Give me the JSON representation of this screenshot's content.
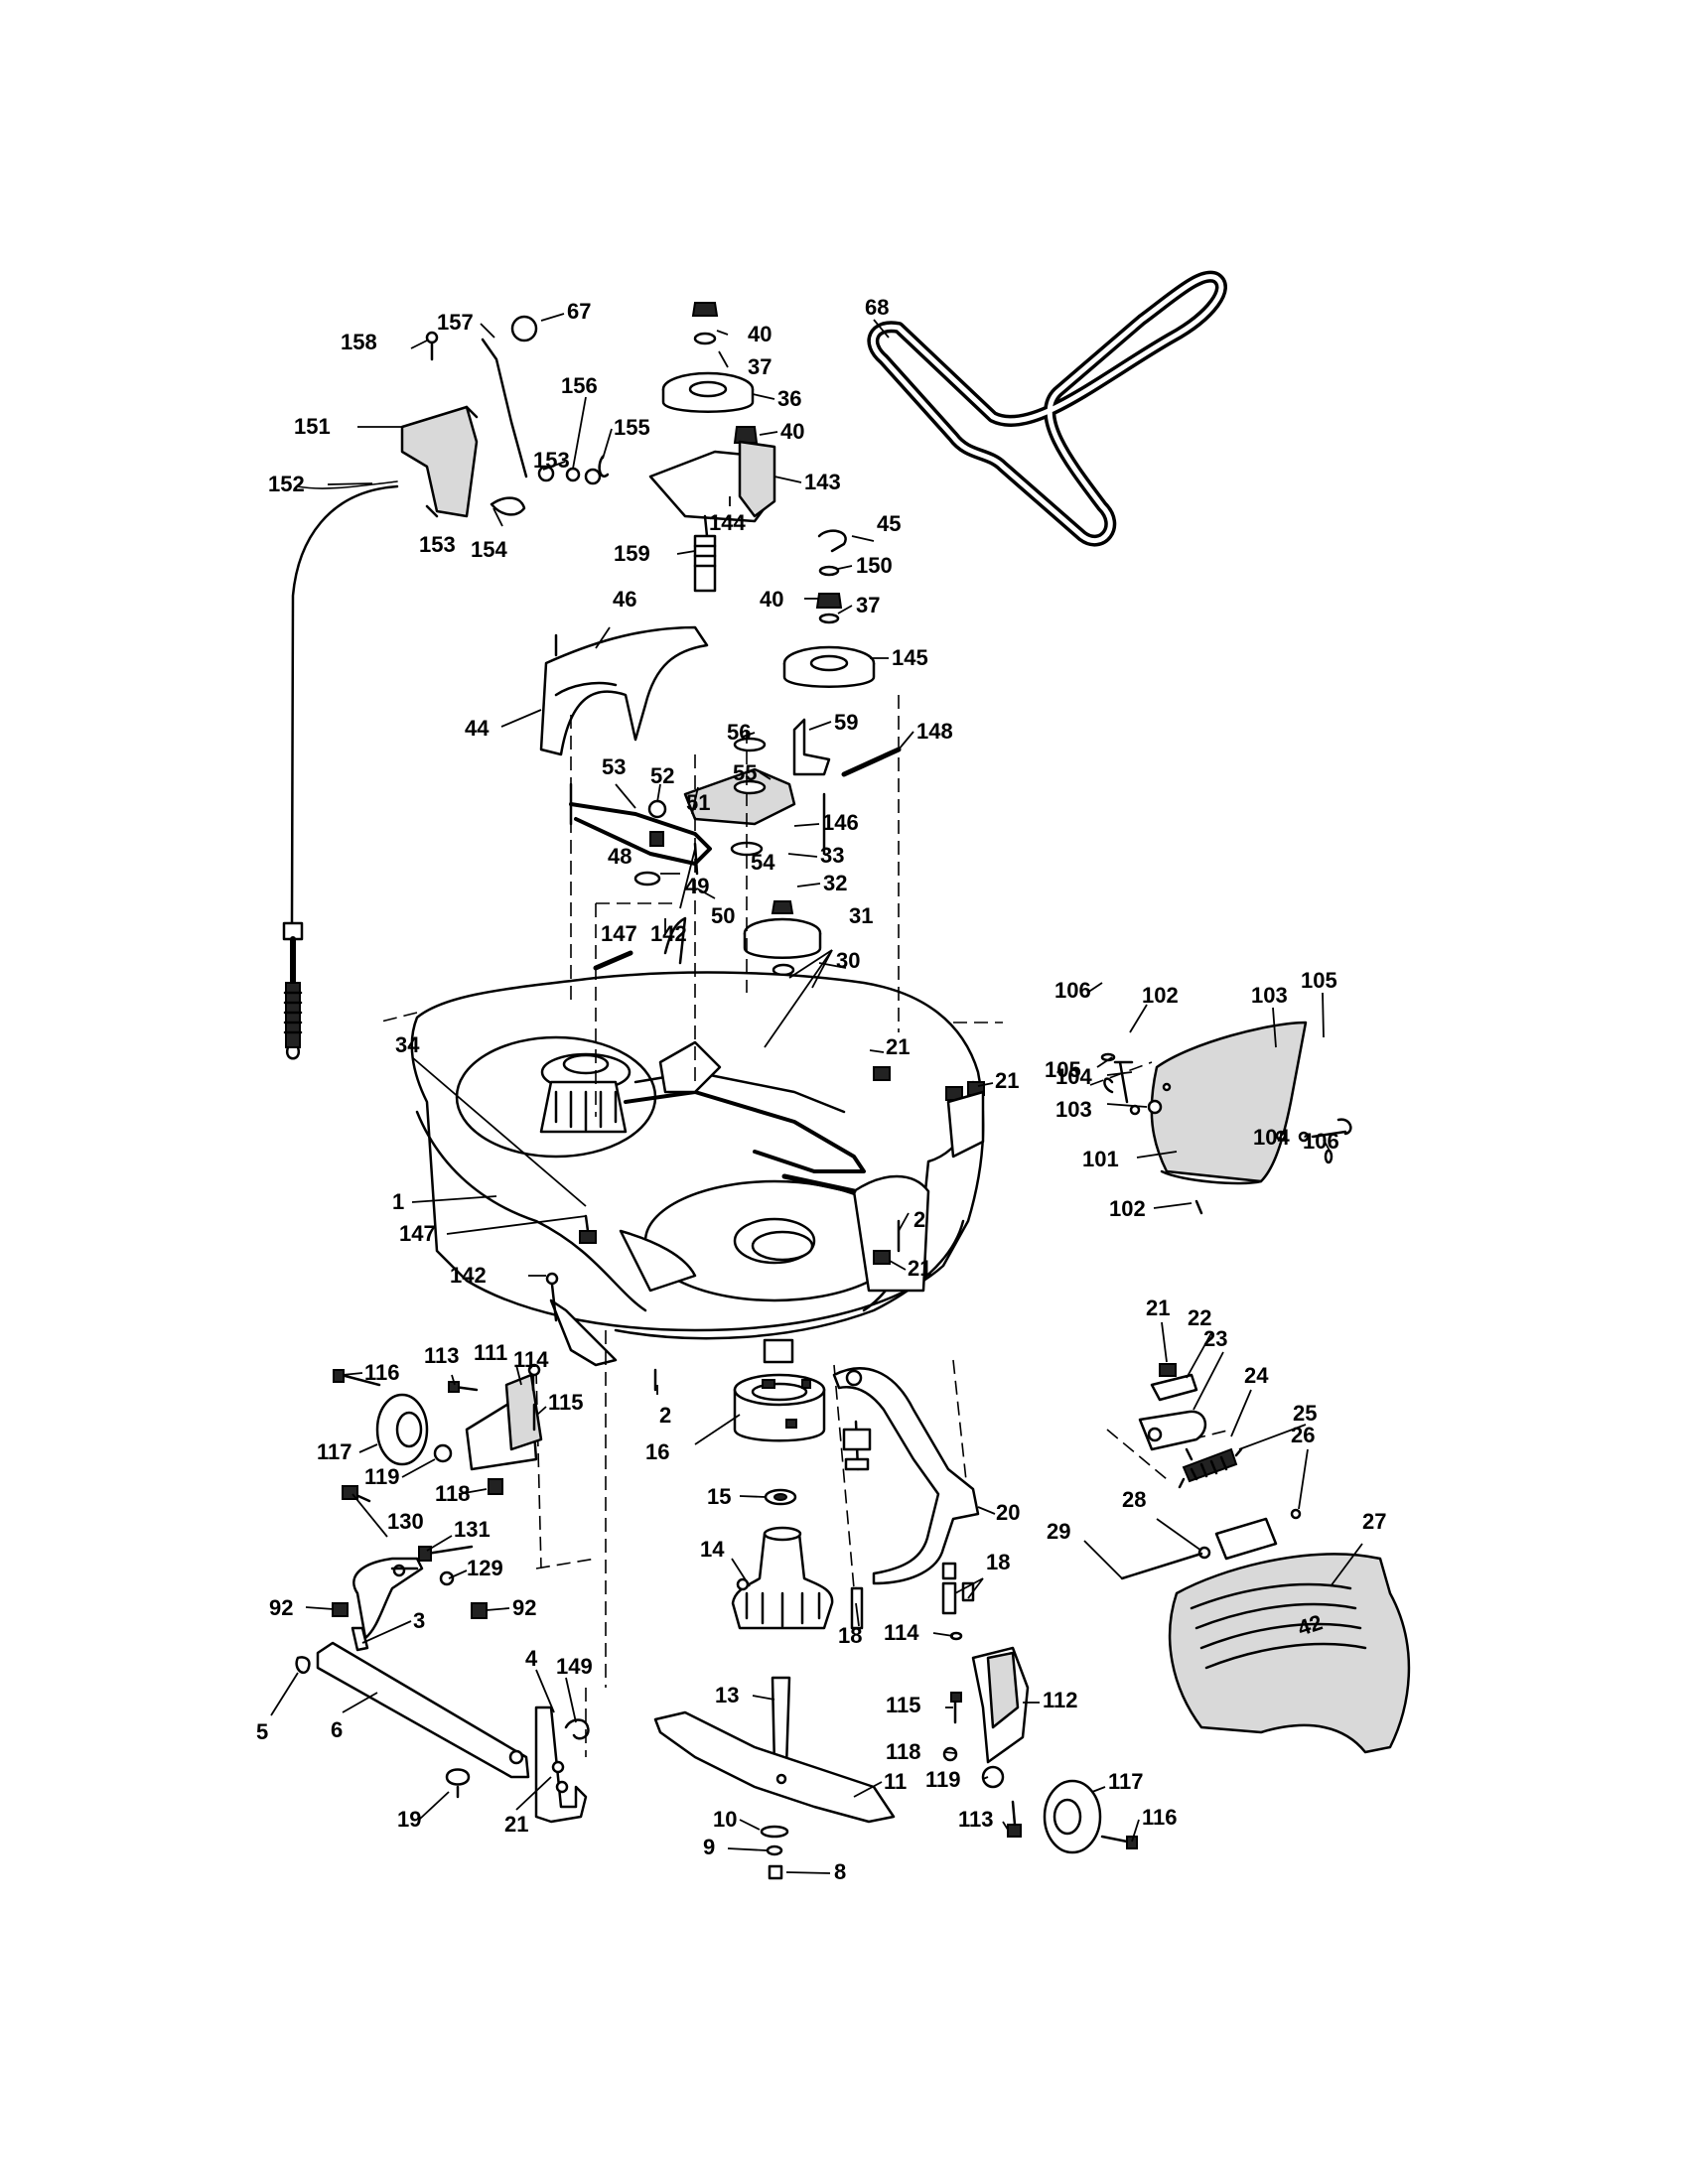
{
  "diagram": {
    "callouts": [
      {
        "id": "c67",
        "text": "67"
      },
      {
        "id": "c157",
        "text": "157"
      },
      {
        "id": "c158",
        "text": "158"
      },
      {
        "id": "c151",
        "text": "151"
      },
      {
        "id": "c152",
        "text": "152"
      },
      {
        "id": "c153a",
        "text": "153"
      },
      {
        "id": "c153b",
        "text": "153"
      },
      {
        "id": "c154",
        "text": "154"
      },
      {
        "id": "c155",
        "text": "155"
      },
      {
        "id": "c156",
        "text": "156"
      },
      {
        "id": "c40a",
        "text": "40"
      },
      {
        "id": "c37a",
        "text": "37"
      },
      {
        "id": "c36",
        "text": "36"
      },
      {
        "id": "c40b",
        "text": "40"
      },
      {
        "id": "c143",
        "text": "143"
      },
      {
        "id": "c144",
        "text": "144"
      },
      {
        "id": "c159",
        "text": "159"
      },
      {
        "id": "c68",
        "text": "68"
      },
      {
        "id": "c45",
        "text": "45"
      },
      {
        "id": "c150",
        "text": "150"
      },
      {
        "id": "c40c",
        "text": "40"
      },
      {
        "id": "c37b",
        "text": "37"
      },
      {
        "id": "c145",
        "text": "145"
      },
      {
        "id": "c46",
        "text": "46"
      },
      {
        "id": "c44",
        "text": "44"
      },
      {
        "id": "c56",
        "text": "56"
      },
      {
        "id": "c59",
        "text": "59"
      },
      {
        "id": "c148",
        "text": "148"
      },
      {
        "id": "c55",
        "text": "55"
      },
      {
        "id": "c53",
        "text": "53"
      },
      {
        "id": "c52",
        "text": "52"
      },
      {
        "id": "c51",
        "text": "51"
      },
      {
        "id": "c146",
        "text": "146"
      },
      {
        "id": "c54",
        "text": "54"
      },
      {
        "id": "c33",
        "text": "33"
      },
      {
        "id": "c48",
        "text": "48"
      },
      {
        "id": "c49",
        "text": "49"
      },
      {
        "id": "c32",
        "text": "32"
      },
      {
        "id": "c50",
        "text": "50"
      },
      {
        "id": "c31",
        "text": "31"
      },
      {
        "id": "c147a",
        "text": "147"
      },
      {
        "id": "c142a",
        "text": "142"
      },
      {
        "id": "c30",
        "text": "30"
      },
      {
        "id": "c34",
        "text": "34"
      },
      {
        "id": "c21a",
        "text": "21"
      },
      {
        "id": "c21b",
        "text": "21"
      },
      {
        "id": "c106a",
        "text": "106"
      },
      {
        "id": "c102a",
        "text": "102"
      },
      {
        "id": "c103a",
        "text": "103"
      },
      {
        "id": "c105a",
        "text": "105"
      },
      {
        "id": "c105b",
        "text": "105"
      },
      {
        "id": "c104a",
        "text": "104"
      },
      {
        "id": "c103b",
        "text": "103"
      },
      {
        "id": "c104b",
        "text": "104"
      },
      {
        "id": "c106b",
        "text": "106"
      },
      {
        "id": "c101",
        "text": "101"
      },
      {
        "id": "c102b",
        "text": "102"
      },
      {
        "id": "c1",
        "text": "1"
      },
      {
        "id": "c147b",
        "text": "147"
      },
      {
        "id": "c2a",
        "text": "2"
      },
      {
        "id": "c21c",
        "text": "21"
      },
      {
        "id": "c142b",
        "text": "142"
      },
      {
        "id": "c116a",
        "text": "116"
      },
      {
        "id": "c113a",
        "text": "113"
      },
      {
        "id": "c111",
        "text": "111"
      },
      {
        "id": "c114a",
        "text": "114"
      },
      {
        "id": "c115a",
        "text": "115"
      },
      {
        "id": "c2b",
        "text": "2"
      },
      {
        "id": "c16",
        "text": "16"
      },
      {
        "id": "c117a",
        "text": "117"
      },
      {
        "id": "c119a",
        "text": "119"
      },
      {
        "id": "c118a",
        "text": "118"
      },
      {
        "id": "c15",
        "text": "15"
      },
      {
        "id": "c20",
        "text": "20"
      },
      {
        "id": "c21d",
        "text": "21"
      },
      {
        "id": "c22",
        "text": "22"
      },
      {
        "id": "c23",
        "text": "23"
      },
      {
        "id": "c24",
        "text": "24"
      },
      {
        "id": "c25",
        "text": "25"
      },
      {
        "id": "c26",
        "text": "26"
      },
      {
        "id": "c28",
        "text": "28"
      },
      {
        "id": "c27",
        "text": "27"
      },
      {
        "id": "c29",
        "text": "29"
      },
      {
        "id": "c130",
        "text": "130"
      },
      {
        "id": "c131",
        "text": "131"
      },
      {
        "id": "c129",
        "text": "129"
      },
      {
        "id": "c92a",
        "text": "92"
      },
      {
        "id": "c92b",
        "text": "92"
      },
      {
        "id": "c3",
        "text": "3"
      },
      {
        "id": "c14",
        "text": "14"
      },
      {
        "id": "c18a",
        "text": "18"
      },
      {
        "id": "c18b",
        "text": "18"
      },
      {
        "id": "c114b",
        "text": "114"
      },
      {
        "id": "c4",
        "text": "4"
      },
      {
        "id": "c149",
        "text": "149"
      },
      {
        "id": "c5",
        "text": "5"
      },
      {
        "id": "c6",
        "text": "6"
      },
      {
        "id": "c13",
        "text": "13"
      },
      {
        "id": "c115b",
        "text": "115"
      },
      {
        "id": "c112",
        "text": "112"
      },
      {
        "id": "c118b",
        "text": "118"
      },
      {
        "id": "c119b",
        "text": "119"
      },
      {
        "id": "c117b",
        "text": "117"
      },
      {
        "id": "c19",
        "text": "19"
      },
      {
        "id": "c21e",
        "text": "21"
      },
      {
        "id": "c11",
        "text": "11"
      },
      {
        "id": "c10",
        "text": "10"
      },
      {
        "id": "c9",
        "text": "9"
      },
      {
        "id": "c8",
        "text": "8"
      },
      {
        "id": "c113b",
        "text": "113"
      },
      {
        "id": "c116b",
        "text": "116"
      }
    ],
    "deck_cover_marking": "42"
  }
}
